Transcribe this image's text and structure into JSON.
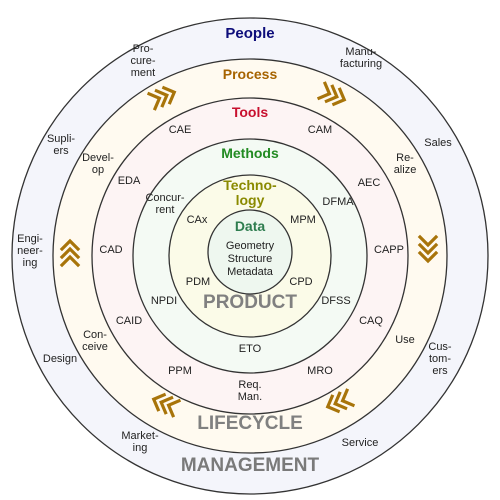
{
  "colors": {
    "stroke": "#333333",
    "ring_people_fill": "#f4f5fb",
    "ring_process_fill": "#fffaf0",
    "ring_tools_fill": "#fdf4f4",
    "ring_methods_fill": "#f4faf4",
    "ring_technology_fill": "#fbfbe8",
    "ring_data_fill": "#eef7ef",
    "people_title": "#0d0d7a",
    "process_title": "#a66300",
    "tools_title": "#c8102e",
    "methods_title": "#228b22",
    "technology_title": "#8a8a00",
    "data_title": "#2e7d4f",
    "product_title": "#808080",
    "lifecycle_title": "#808080",
    "management_title": "#7a7a7a",
    "arrow": "#a8740a",
    "label": "#222222"
  },
  "rings": {
    "people": {
      "title": "People"
    },
    "process": {
      "title": "Process"
    },
    "tools": {
      "title": "Tools"
    },
    "methods": {
      "title": "Methods"
    },
    "technology": {
      "title": "Techno-logy",
      "title_line1": "Techno-",
      "title_line2": "logy"
    },
    "data": {
      "title": "Data",
      "items": [
        "Geometry",
        "Structure",
        "Metadata"
      ]
    }
  },
  "labels": {
    "people": {
      "procurement": [
        "Pro-",
        "cure-",
        "ment"
      ],
      "manufacturing": [
        "Manu-",
        "facturing"
      ],
      "supliers": [
        "Supli-",
        "ers"
      ],
      "sales": [
        "Sales"
      ],
      "engineering": [
        "Engi-",
        "neer-",
        "ing"
      ],
      "design": [
        "Design"
      ],
      "customers": [
        "Cus-",
        "tom-",
        "ers"
      ],
      "marketing": [
        "Market-",
        "ing"
      ],
      "service": [
        "Service"
      ]
    },
    "process": {
      "develop": [
        "Devel-",
        "op"
      ],
      "realize": [
        "Re-",
        "alize"
      ],
      "conceive": [
        "Con-",
        "ceive"
      ],
      "use": [
        "Use"
      ]
    },
    "tools": {
      "cae": "CAE",
      "cam": "CAM",
      "eda": "EDA",
      "aec": "AEC",
      "cad": "CAD",
      "capp": "CAPP",
      "caid": "CAID",
      "caq": "CAQ",
      "ppm": "PPM",
      "mro": "MRO",
      "req_man": [
        "Req.",
        "Man."
      ]
    },
    "methods": {
      "concurrent": [
        "Concur-",
        "rent"
      ],
      "dfma": "DFMA",
      "npdi": "NPDI",
      "dfss": "DFSS",
      "eto": "ETO"
    },
    "technology": {
      "cax": "CAx",
      "mpm": "MPM",
      "pdm": "PDM",
      "cpd": "CPD"
    }
  },
  "titles": {
    "product": "PRODUCT",
    "lifecycle": "LIFECYCLE",
    "management": "MANAGEMENT"
  },
  "arrow_icon": "chevron-arrow-icon"
}
